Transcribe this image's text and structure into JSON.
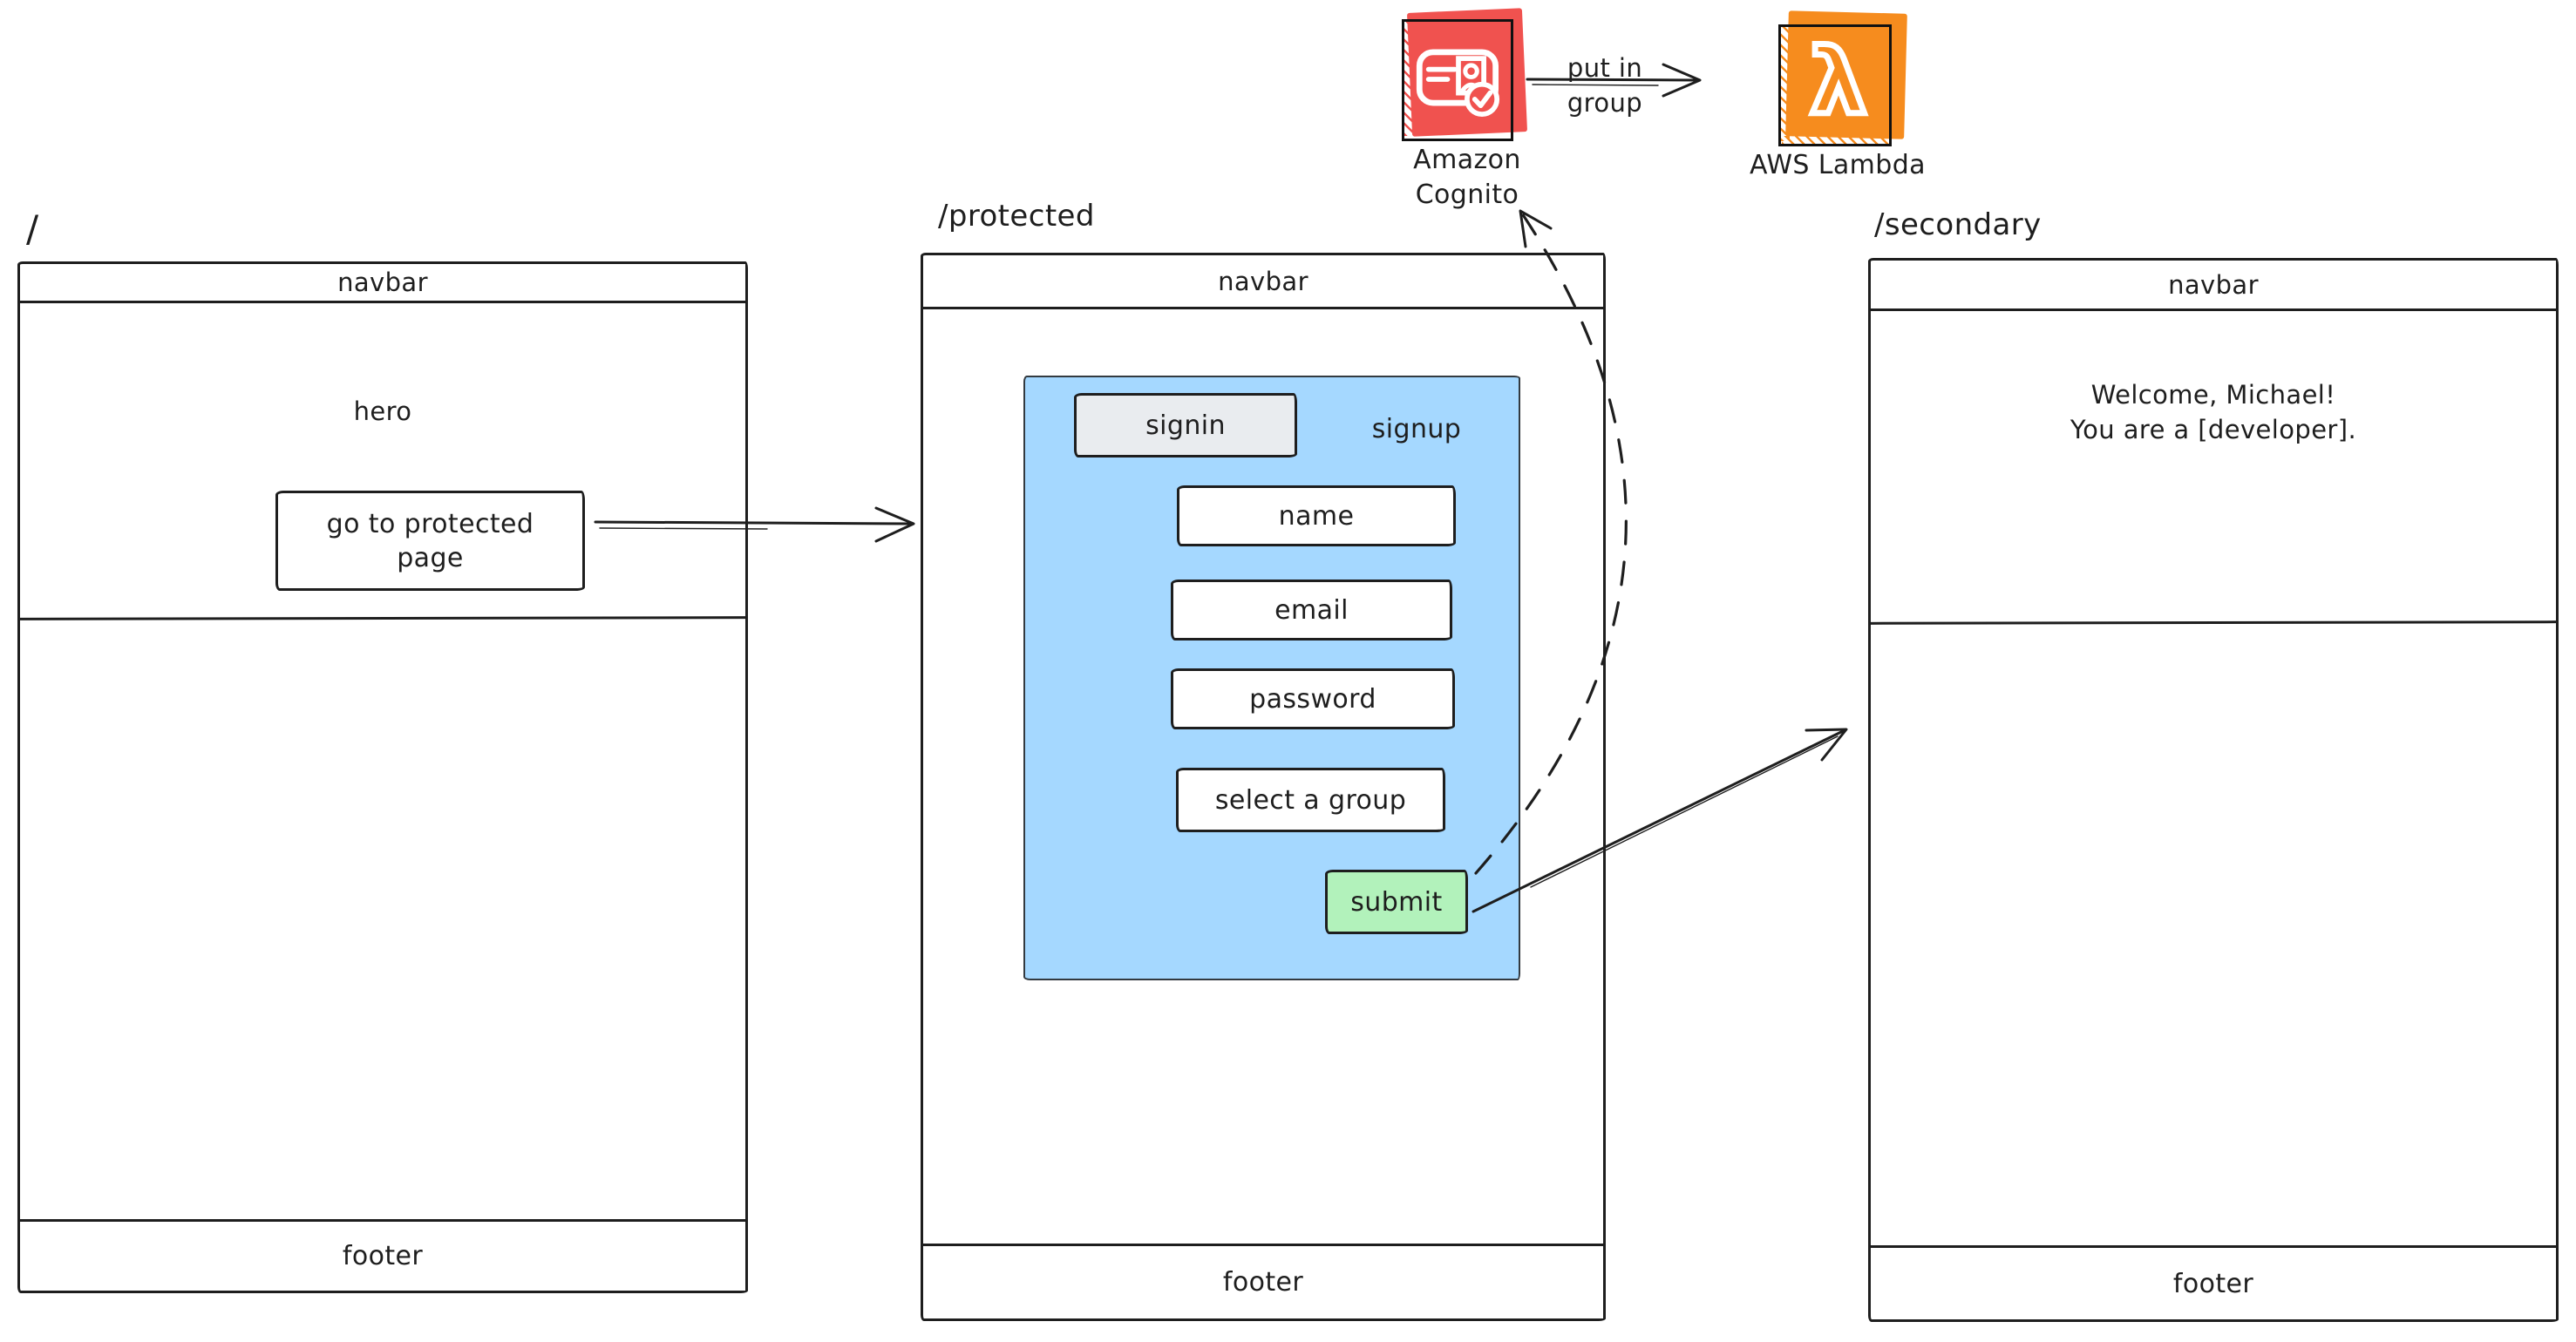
{
  "colors": {
    "ink": "#1e1e1e",
    "panel_blue": "#a5d8ff",
    "signin_grey": "#e9ecef",
    "submit_green": "#b2f2bb",
    "cognito_red": "#f0524f",
    "lambda_orange": "#f68c1e"
  },
  "aws": {
    "cognito": {
      "label_line1": "Amazon",
      "label_line2": "Cognito"
    },
    "lambda": {
      "label": "AWS Lambda",
      "glyph": "λ"
    },
    "arrow_label_line1": "put in",
    "arrow_label_line2": "group"
  },
  "pages": [
    {
      "route": "/",
      "navbar": "navbar",
      "hero": "hero",
      "button": "go to protected page",
      "footer": "footer"
    },
    {
      "route": "/protected",
      "navbar": "navbar",
      "footer": "footer",
      "form": {
        "signin_tab": "signin",
        "signup_tab": "signup",
        "fields": [
          "name",
          "email",
          "password",
          "select a group"
        ],
        "submit": "submit"
      }
    },
    {
      "route": "/secondary",
      "navbar": "navbar",
      "footer": "footer",
      "welcome_line1": "Welcome, Michael!",
      "welcome_line2": "You are a [developer]."
    }
  ]
}
